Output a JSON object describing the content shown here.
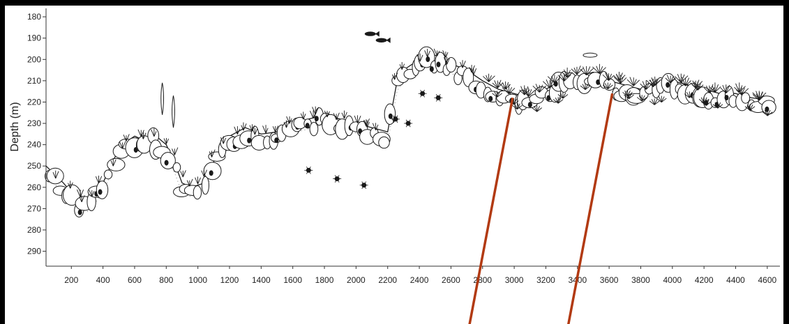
{
  "chart_data": {
    "type": "profile",
    "title": "",
    "xlabel": "",
    "ylabel": "Depth (m)",
    "x_ticks": [
      200,
      400,
      600,
      800,
      1000,
      1200,
      1400,
      1600,
      1800,
      2000,
      2200,
      2400,
      2600,
      2800,
      3000,
      3200,
      3400,
      3600,
      3800,
      4000,
      4200,
      4400,
      4600
    ],
    "y_ticks": [
      180,
      190,
      200,
      210,
      220,
      230,
      240,
      250,
      260,
      270,
      280,
      290
    ],
    "xlim": [
      40,
      4680
    ],
    "ylim": [
      178,
      297
    ],
    "y_inverted": true,
    "grid": false,
    "seabed_profile": {
      "x": [
        40,
        150,
        220,
        300,
        360,
        400,
        460,
        520,
        600,
        660,
        720,
        800,
        860,
        900,
        960,
        1040,
        1100,
        1200,
        1300,
        1400,
        1500,
        1600,
        1700,
        1800,
        1900,
        2000,
        2100,
        2200,
        2260,
        2320,
        2400,
        2500,
        2600,
        2700,
        2800,
        2900,
        3000,
        3100,
        3200,
        3300,
        3400,
        3500,
        3600,
        3700,
        3800,
        3900,
        4000,
        4100,
        4200,
        4300,
        4400,
        4500,
        4600
      ],
      "y": [
        250,
        258,
        264,
        267,
        262,
        258,
        248,
        240,
        236,
        238,
        235,
        240,
        250,
        258,
        260,
        258,
        248,
        236,
        232,
        235,
        234,
        230,
        228,
        226,
        228,
        230,
        232,
        234,
        210,
        204,
        200,
        198,
        202,
        205,
        210,
        214,
        216,
        218,
        214,
        210,
        208,
        206,
        210,
        212,
        214,
        212,
        210,
        212,
        214,
        216,
        216,
        218,
        219
      ]
    },
    "annotation_lines": [
      {
        "x_at_seabed": 2990,
        "y_at_seabed": 218
      },
      {
        "x_at_seabed": 3620,
        "y_at_seabed": 216
      }
    ],
    "line_color": "#b23a12",
    "drawing_color": "#1a1a1a"
  }
}
